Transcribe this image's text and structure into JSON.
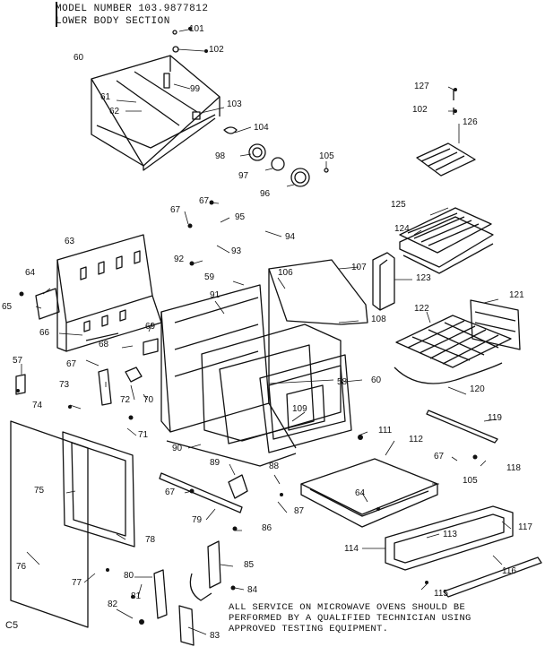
{
  "header": {
    "line1": "MODEL NUMBER 103.9877812",
    "line2": "LOWER BODY SECTION"
  },
  "notice": {
    "lines": [
      "ALL SERVICE ON MICROWAVE OVENS SHOULD BE",
      "PERFORMED BY A QUALIFIED TECHNICIAN USING",
      "APPROVED TESTING EQUIPMENT."
    ]
  },
  "diagram_code": "C5",
  "callouts": [
    "101",
    "102",
    "60",
    "99",
    "61",
    "62",
    "103",
    "104",
    "98",
    "97",
    "96",
    "105",
    "127",
    "102",
    "126",
    "125",
    "124",
    "67",
    "95",
    "67",
    "94",
    "93",
    "92",
    "63",
    "64",
    "65",
    "59",
    "106",
    "107",
    "123",
    "91",
    "108",
    "122",
    "121",
    "69",
    "66",
    "68",
    "57",
    "67",
    "73",
    "72",
    "70",
    "58",
    "60",
    "109",
    "120",
    "74",
    "71",
    "111",
    "112",
    "119",
    "90",
    "67",
    "118",
    "89",
    "88",
    "105",
    "67",
    "64",
    "87",
    "117",
    "75",
    "78",
    "79",
    "86",
    "113",
    "114",
    "116",
    "85",
    "80",
    "76",
    "77",
    "84",
    "81",
    "115",
    "82",
    "83"
  ],
  "colors": {
    "ink": "#111111",
    "paper": "#ffffff"
  }
}
